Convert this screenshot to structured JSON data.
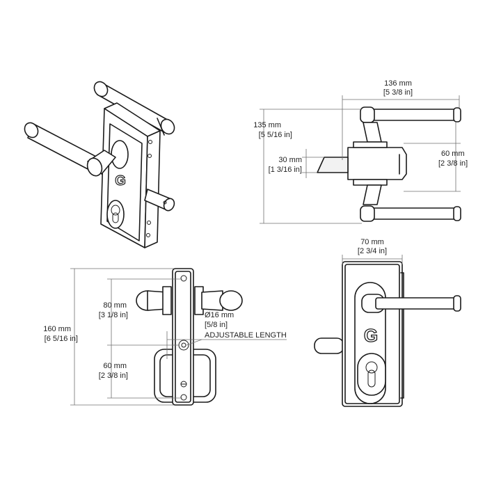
{
  "labels": {
    "top_width_mm": "136 mm",
    "top_width_in": "[5 3/8 in]",
    "height_mm": "135 mm",
    "height_in": "[5 5/16 in]",
    "bolt_mm": "30 mm",
    "bolt_in": "[1 3/16 in]",
    "handle_mm": "60 mm",
    "handle_in": "[2 3/8 in]",
    "front_width_mm": "70 mm",
    "front_width_in": "[2 3/4 in]",
    "total_height_mm": "160 mm",
    "total_height_in": "[6 5/16 in]",
    "upper_mm": "80 mm",
    "upper_in": "[3 1/8 in]",
    "lower_mm": "60 mm",
    "lower_in": "[2 3/8 in]",
    "diameter_mm": "Ø16 mm",
    "diameter_in": "[5/8 in]",
    "adjustable": "ADJUSTABLE LENGTH"
  },
  "colors": {
    "line": "#1a1a1a",
    "dimension": "#6f6f6f",
    "background": "#ffffff"
  }
}
